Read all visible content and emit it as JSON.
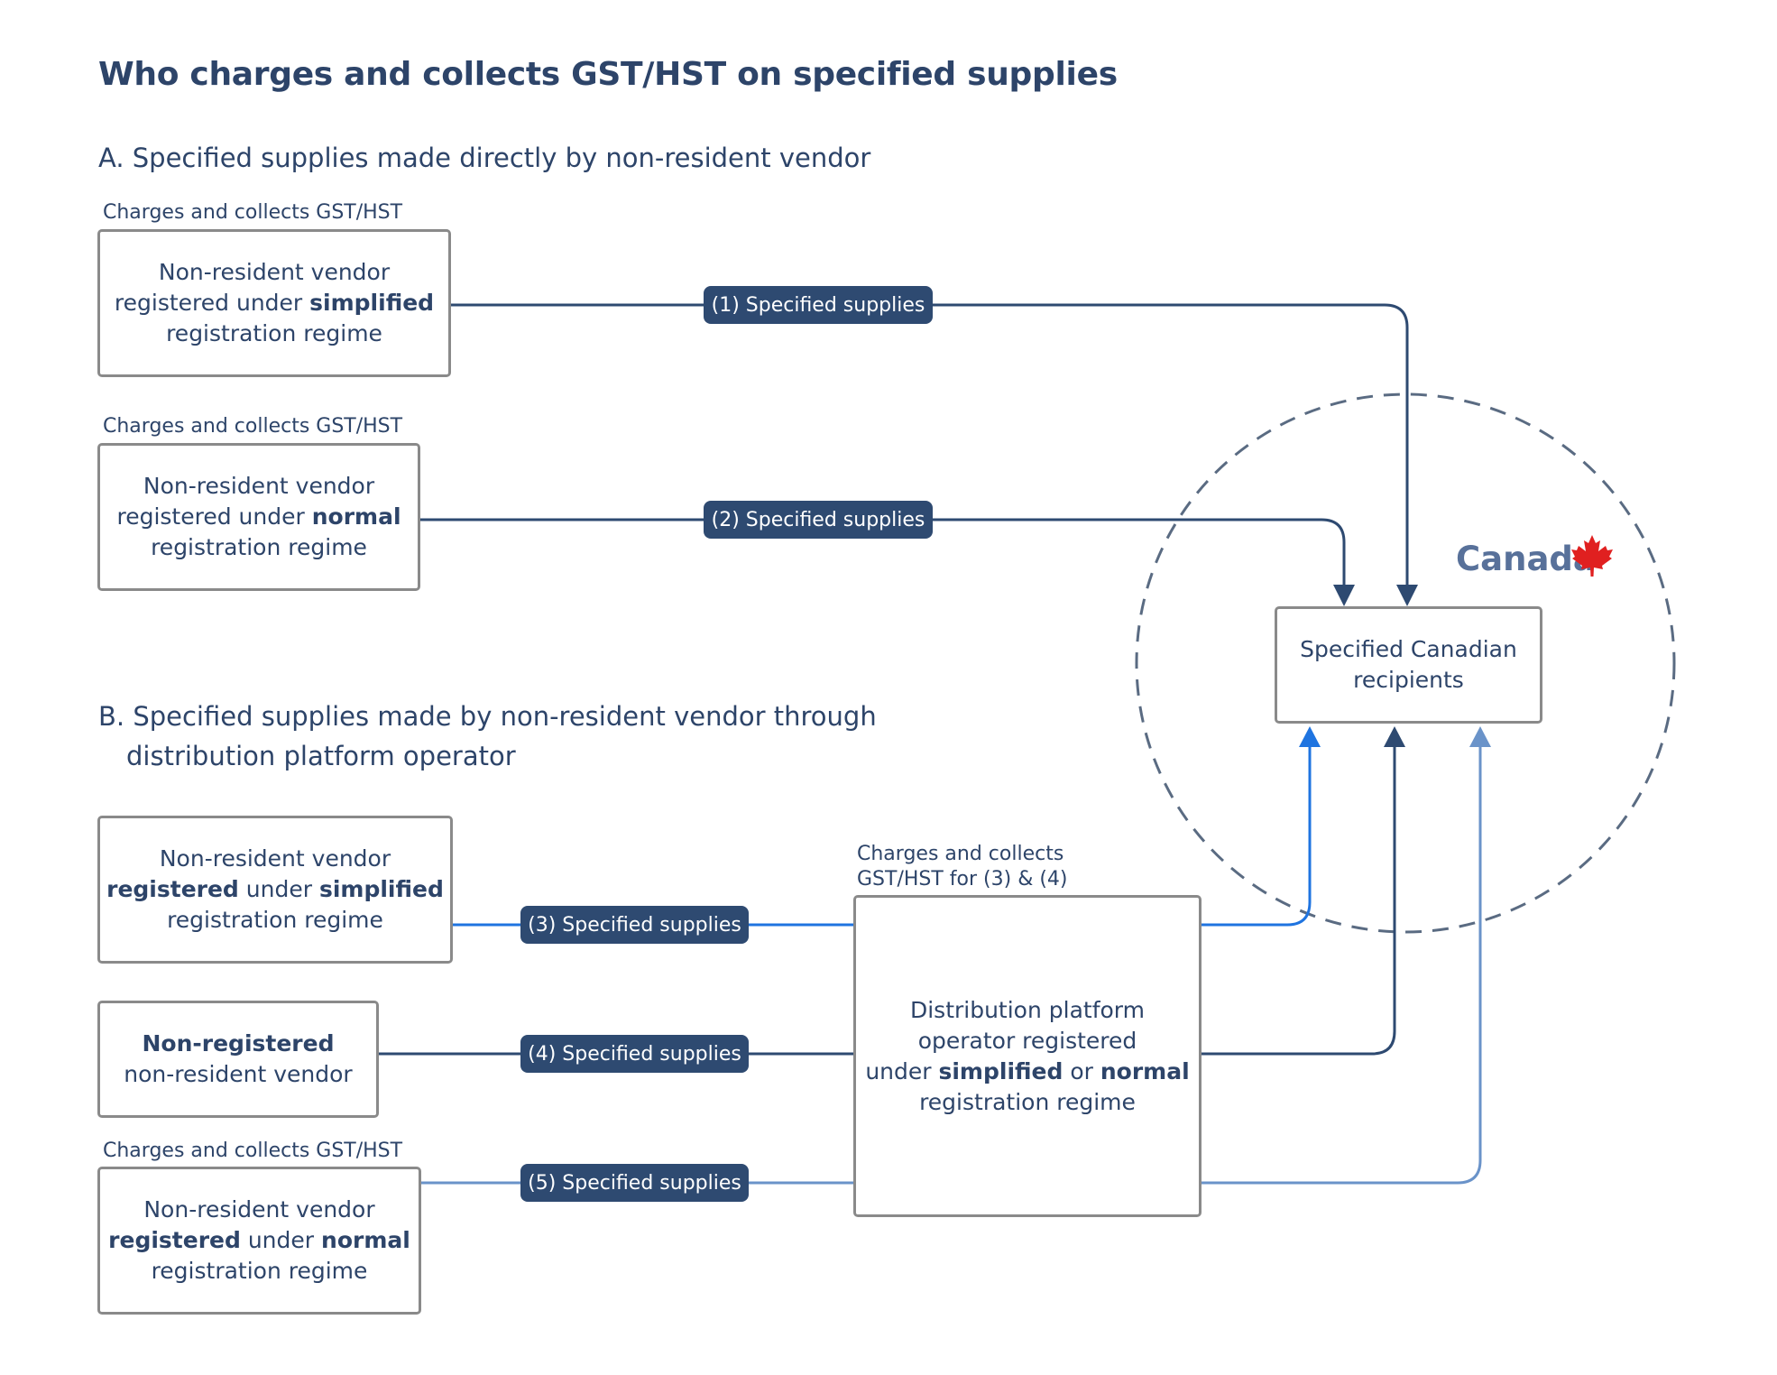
{
  "title": "Who charges and collects GST/HST on specified supplies",
  "section_a": {
    "heading": "A. Specified supplies made directly by non-resident vendor"
  },
  "section_b": {
    "heading_line1": "B. Specified supplies made by non-resident vendor through",
    "heading_line2": "distribution platform operator"
  },
  "notes": {
    "vendor_1": "Charges and collects GST/HST",
    "vendor_2": "Charges and collects GST/HST",
    "platform_line1": "Charges and collects",
    "platform_line2": "GST/HST for (3) & (4)",
    "vendor_5": "Charges and collects GST/HST"
  },
  "boxes": {
    "vendor_1": {
      "t1": "Non-resident vendor",
      "t2a": "registered under ",
      "t2b": "simplified",
      "t3": "registration regime"
    },
    "vendor_2": {
      "t1": "Non-resident vendor",
      "t2a": "registered under ",
      "t2b": "normal",
      "t3": "registration regime"
    },
    "recipients": {
      "t1": "Specified Canadian",
      "t2": "recipients"
    },
    "vendor_3": {
      "t1": "Non-resident vendor",
      "t2a": "registered",
      "t2b": " under ",
      "t2c": "simplified",
      "t3": "registration regime"
    },
    "vendor_4": {
      "t1": "Non-registered",
      "t2": "non-resident vendor"
    },
    "vendor_5": {
      "t1": "Non-resident vendor",
      "t2a": "registered",
      "t2b": " under ",
      "t2c": "normal",
      "t3": "registration regime"
    },
    "platform": {
      "t1": "Distribution platform",
      "t2": "operator registered",
      "t3a": "under ",
      "t3b": "simplified",
      "t3c": " or ",
      "t3d": "normal",
      "t4": "registration regime"
    }
  },
  "flows": [
    {
      "id": "1",
      "label": "(1) Specified supplies",
      "color": "#2e4a71"
    },
    {
      "id": "2",
      "label": "(2) Specified supplies",
      "color": "#2e4a71"
    },
    {
      "id": "3",
      "label": "(3) Specified supplies",
      "color": "#1f74e0"
    },
    {
      "id": "4",
      "label": "(4) Specified supplies",
      "color": "#2e4a71"
    },
    {
      "id": "5",
      "label": "(5) Specified supplies",
      "color": "#6a93c9"
    }
  ],
  "canada": {
    "label": "Canada",
    "icon": "maple-leaf-icon",
    "icon_color": "#e02020",
    "circle_color": "#5a6b82"
  }
}
